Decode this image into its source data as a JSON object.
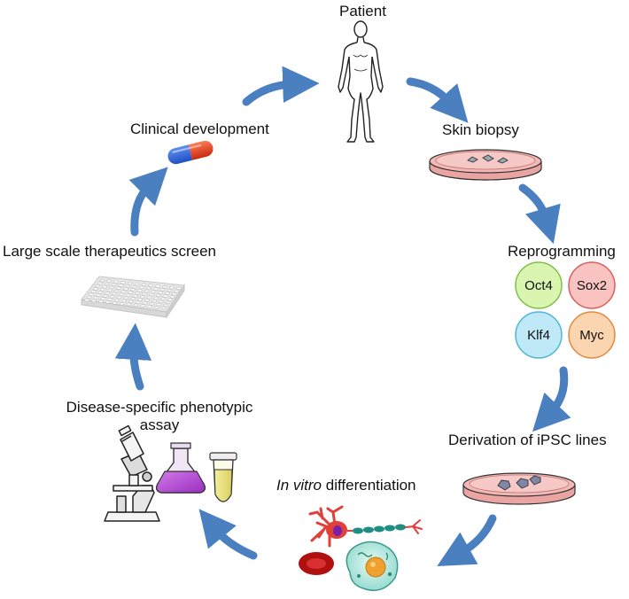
{
  "stages": {
    "patient": "Patient",
    "skin_biopsy": "Skin biopsy",
    "reprogramming": "Reprogramming",
    "derivation": "Derivation of iPSC lines",
    "differentiation_italic": "In vitro",
    "differentiation_rest": " differentiation",
    "assay_line1": "Disease-specific phenotypic",
    "assay_line2": "assay",
    "screen": "Large scale therapeutics screen",
    "clinical": "Clinical development"
  },
  "factors": [
    {
      "name": "Oct4",
      "color": "#d9f5b0",
      "stroke": "#7fbf4a"
    },
    {
      "name": "Sox2",
      "color": "#f8c3c1",
      "stroke": "#d9605c"
    },
    {
      "name": "Klf4",
      "color": "#bfe9f7",
      "stroke": "#4fb5d9"
    },
    {
      "name": "Myc",
      "color": "#fbd4b0",
      "stroke": "#e38a3e"
    }
  ],
  "colors": {
    "arrow": "#4a7fc0",
    "dish_medium": "#f3b7b5",
    "capsule_left": "#2962d6",
    "capsule_right": "#e23a1f"
  }
}
